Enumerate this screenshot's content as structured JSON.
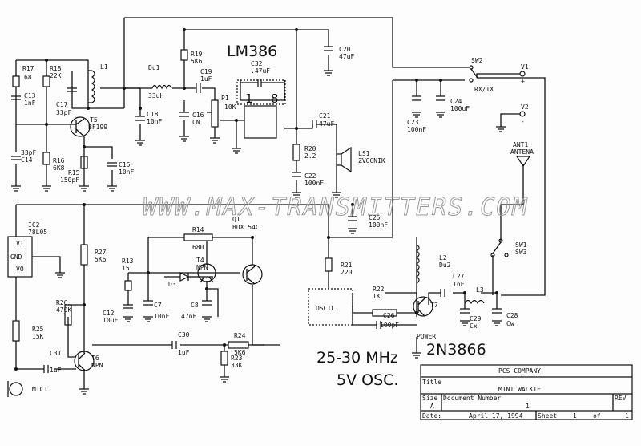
{
  "watermark": "WWW.MAX-TRANSMITTERS.COM",
  "handwritten": {
    "ic_name": "LM386",
    "pin1": "1",
    "pin8": "8",
    "freq": "25-30 MHz",
    "osc": "5V OSC.",
    "transistor": "2N3866"
  },
  "labels": {
    "R17": "R17",
    "R17v": "68",
    "R18": "R18",
    "R18v": "22K",
    "C13": "C13",
    "C13v": "1nF",
    "L1": "L1",
    "C17": "C17",
    "C17v": "33pF",
    "T5": "T5",
    "T5v": "BF199",
    "C14v": "33pF",
    "C14": "C14",
    "R16": "R16",
    "R16v": "6K8",
    "R15": "R15",
    "R15v": "150pF",
    "C15": "C15",
    "C15v": "10nF",
    "Du1": "Du1",
    "Du1v": "33uH",
    "C18": "C18",
    "C18v": "10nF",
    "R19": "R19",
    "R19v": "5K6",
    "C19": "C19",
    "C19v": "1uF",
    "C32": "C32",
    "C32v": ".47uF",
    "P1": "P1",
    "P1v": "10K",
    "C16": "C16",
    "C16v": "CN",
    "C20": "C20",
    "C20v": "47uF",
    "C21": "C21",
    "C21v": "47uF",
    "R20": "R20",
    "R20v": "2.2",
    "C22": "C22",
    "C22v": "100nF",
    "LS1": "LS1",
    "LS1v": "ZVOCNIK",
    "SW2": "SW2",
    "RXTX": "RX/TX",
    "V1": "V1",
    "V1p": "+",
    "V2": "V2",
    "V2m": "-",
    "C23": "C23",
    "C23v": "100nF",
    "C24": "C24",
    "C24v": "100uF",
    "ANT1": "ANT1",
    "ANT1v": "ANTENA",
    "IC2": "IC2",
    "IC2v": "78L05",
    "IC2vi": "VI",
    "IC2gnd": "GND",
    "IC2vo": "VO",
    "R27": "R27",
    "R27v": "5K6",
    "Q1": "Q1",
    "Q1v": "BDX 54C",
    "R14": "R14",
    "R14v": "680",
    "R13": "R13",
    "R13v": "15",
    "T4": "T4",
    "T4v": "NPN",
    "D3": "D3",
    "C12": "C12",
    "C12v": "10uF",
    "C7": "C7",
    "C7v": "10nF",
    "C8": "C8",
    "C8v": "47nF",
    "R21": "R21",
    "R21v": "220",
    "C25": "C25",
    "C25v": "100nF",
    "L2": "L2",
    "L2v": "Du2",
    "C27": "C27",
    "C27v": "1nF",
    "R22": "R22",
    "R22v": "1K",
    "C26": "C26",
    "C26v": "100pF",
    "T7": "T7",
    "L3": "L3",
    "C29": "C29",
    "C29v": "Cx",
    "C28": "C28",
    "C28v": "Cw",
    "SW1": "SW1",
    "SW3": "SW3",
    "OSC": "OSCIL.",
    "R26": "R26",
    "R26v": "470K",
    "R25": "R25",
    "R25v": "15K",
    "C31": "C31",
    "C31v": "1uF",
    "T6": "T6",
    "T6v": "NPN",
    "C30": "C30",
    "C30v": "1uF",
    "R24": "R24",
    "R24v": "5K6",
    "R23": "R23",
    "R23v": "33K",
    "MIC1": "MIC1",
    "POWER": "POWER"
  },
  "title_block": {
    "company": "PCS COMPANY",
    "title_label": "Title",
    "title": "MINI WALKIE",
    "size_label": "Size",
    "size": "A",
    "docnum_label": "Document Number",
    "docnum": "1",
    "rev_label": "REV",
    "date_label": "Date:",
    "date": "April 17, 1994",
    "sheet_label": "Sheet",
    "sheet": "1",
    "of_label": "of",
    "of": "1"
  }
}
